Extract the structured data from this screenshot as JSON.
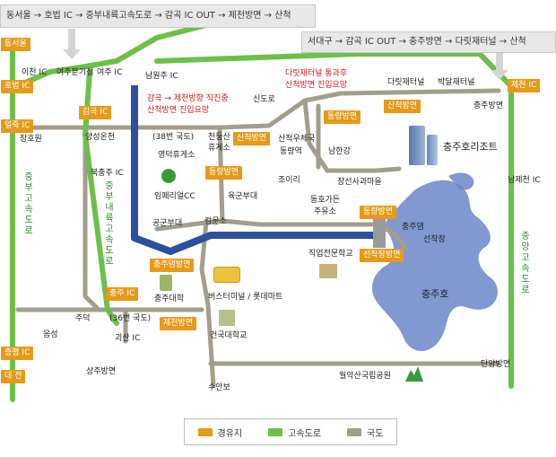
{
  "routes": {
    "top": "동서울 → 호법 IC → 중부내륙고속도로 → 감곡 IC OUT → 제천방면 → 산척",
    "second": "서대구 → 감곡 IC OUT → 충주방면 → 다릿재터널 → 산척"
  },
  "badges": {
    "dongseoul": "동서울",
    "hobeop": "호법 IC",
    "ilju": "일죽 IC",
    "gamgok": "감곡 IC",
    "sancheok": "산척방면",
    "dongryang": "동량방면",
    "sancheok2": "산척방면",
    "dongryang2": "동량방면",
    "jecheon_ic": "제천 IC",
    "chungju_ic": "충주 IC",
    "chungjudam": "충주댐방면",
    "jecheon_dir": "제천방면",
    "seonchak_dir": "선착장방면",
    "dongryang3": "동량방면",
    "jeungpyeong": "증평 IC",
    "daejeon": "대 전"
  },
  "labels": {
    "icheon_ic": "이천 IC",
    "yeoju_jc": "여주분기점",
    "yeoju_ic": "여주 IC",
    "namwonju": "남원주 IC",
    "jangho": "장호원",
    "yangseong": "양성온천",
    "gamgok_note_1": "감곡 → 제천방향 직진중",
    "gamgok_note_2": "산척방면 진입요망",
    "dariljae_note_1": "다릿재터널 통과후",
    "dariljae_note_2": "산척방면 진입요망",
    "sindoro": "신도로",
    "dariljae": "다릿재터널",
    "bakdal": "박달재터널",
    "chungju_dir": "충주방면",
    "route38": "(38번 국도)",
    "cheondeung_1": "천둥산",
    "cheondeung_2": "휴게소",
    "yeongdeok": "영덕휴게소",
    "sancheok_office_1": "산척우체국",
    "sancheok_office_2": "동량역",
    "namhangang": "남한강",
    "bukchungju": "북충주 IC",
    "imperial": "임페리얼CC",
    "yukgun": "육군부대",
    "joiri": "조이리",
    "janggeon": "장선사과마을",
    "dongchon_1": "동호가든",
    "dongchon_2": "주유소",
    "resort": "충주호리조트",
    "namjecheon": "남제천 IC",
    "gonggun": "공군부대",
    "geommun": "검문소",
    "chungjudam_lbl": "충주댐",
    "seonchakjang": "선착장",
    "jikeop": "직업전문학교",
    "chungju_univ": "충주대학",
    "bus": "버스터미널 / 롯데마트",
    "chungjuho": "충주호",
    "judeok": "주덕",
    "route36": "(36번 국도)",
    "eumseong": "음성",
    "goesan": "괴산 IC",
    "konkuk": "건국대학교",
    "sangju": "상주방면",
    "suanbo": "수안보",
    "woraksan": "월악산국립공원",
    "danyang": "단양방면"
  },
  "vertical": {
    "jungbu": "중부고속도로",
    "jungbu_naeryuk": "중부내륙고속도로",
    "jungang": "중앙고속도로"
  },
  "legend": {
    "interchange": "경유지",
    "expressway": "고속도로",
    "national_road": "국도"
  },
  "colors": {
    "expressway": "#6cc04a",
    "national_road": "#a39e8c",
    "waypoint": "#e69a1a",
    "route_highlight": "#2c4f9e",
    "lake": "#6b86c9"
  }
}
